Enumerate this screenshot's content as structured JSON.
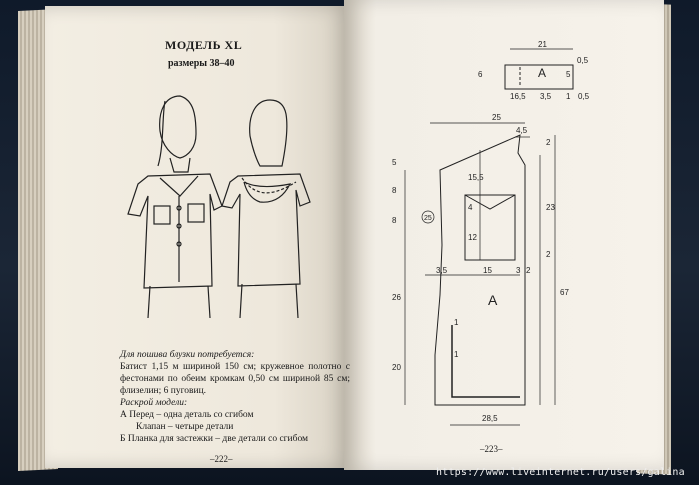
{
  "left_page": {
    "title": "МОДЕЛЬ XL",
    "sizes": "размеры 38–40",
    "materials_heading": "Для пошива блузки потребуется:",
    "materials_text": "Батист 1,15 м шириной 150 см; кружевное полотно с фестонами по обеим кромкам 0,50 см шириной 85 см; флизелин; 6 пуговиц.",
    "cutting_heading": "Раскрой модели:",
    "cut_a": "А Перед – одна деталь со сгибом",
    "cut_klapan": "Клапан – четыре детали",
    "cut_b": "Б Планка для застежки – две детали со сгибом",
    "page_number": "–222–"
  },
  "right_page": {
    "page_number": "–223–",
    "pattern_label_main": "А",
    "pattern_label_small": "А",
    "dims": {
      "top_21": "21",
      "top_05": "0,5",
      "top_5": "5",
      "top_6": "6",
      "top_165": "16,5",
      "top_35": "3,5",
      "top_1": "1",
      "top_05b": "0,5",
      "w_25": "25",
      "w_45": "4,5",
      "left_5": "5",
      "left_8": "8",
      "left_8b": "8",
      "left_26": "26",
      "left_20": "20",
      "h_155": "15,5",
      "h_4": "4",
      "h_12": "12",
      "r_2": "2",
      "r_23": "23",
      "r_2b": "2",
      "r_67": "67",
      "circle_25": "25",
      "m_35": "3,5",
      "m_15": "15",
      "m_3": "3",
      "m_2": "2",
      "low_1": "1",
      "low_1b": "1",
      "bottom_285": "28,5"
    }
  },
  "watermark": "https://www.liveinternet.ru/users/galina"
}
